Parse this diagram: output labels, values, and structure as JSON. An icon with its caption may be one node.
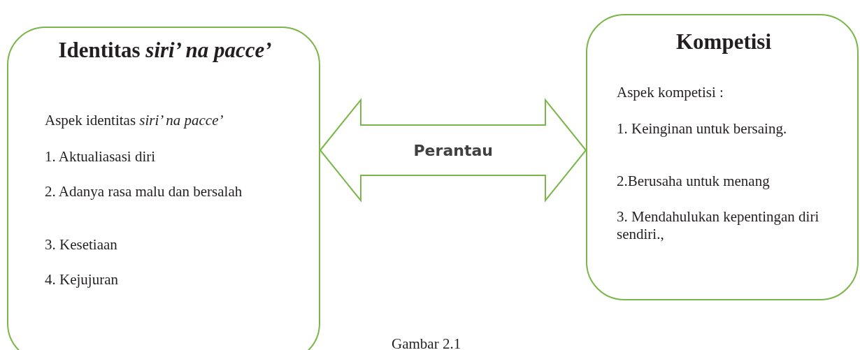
{
  "diagram": {
    "caption": "Gambar 2.1",
    "nodes": [
      {
        "text": [
          "Identitas *siri’ na pacce’*",
          "Aspek identitas *siri’ na pacce’*",
          "1. Aktualiasasi diri",
          "2. Adanya rasa malu dan bersalah",
          "3. Kesetiaan",
          "4. Kejujuran"
        ]
      },
      {
        "text": [
          "Kompetisi",
          "Aspek kompetisi :",
          "1. Keinginan untuk bersaing.",
          "2.Berusaha untuk menang",
          "3. Mendahulukan kepentingan diri sendiri.,"
        ]
      }
    ],
    "edges": [
      {
        "from": 0,
        "to": 1,
        "arrow": "both",
        "label": "Perantau"
      }
    ]
  }
}
